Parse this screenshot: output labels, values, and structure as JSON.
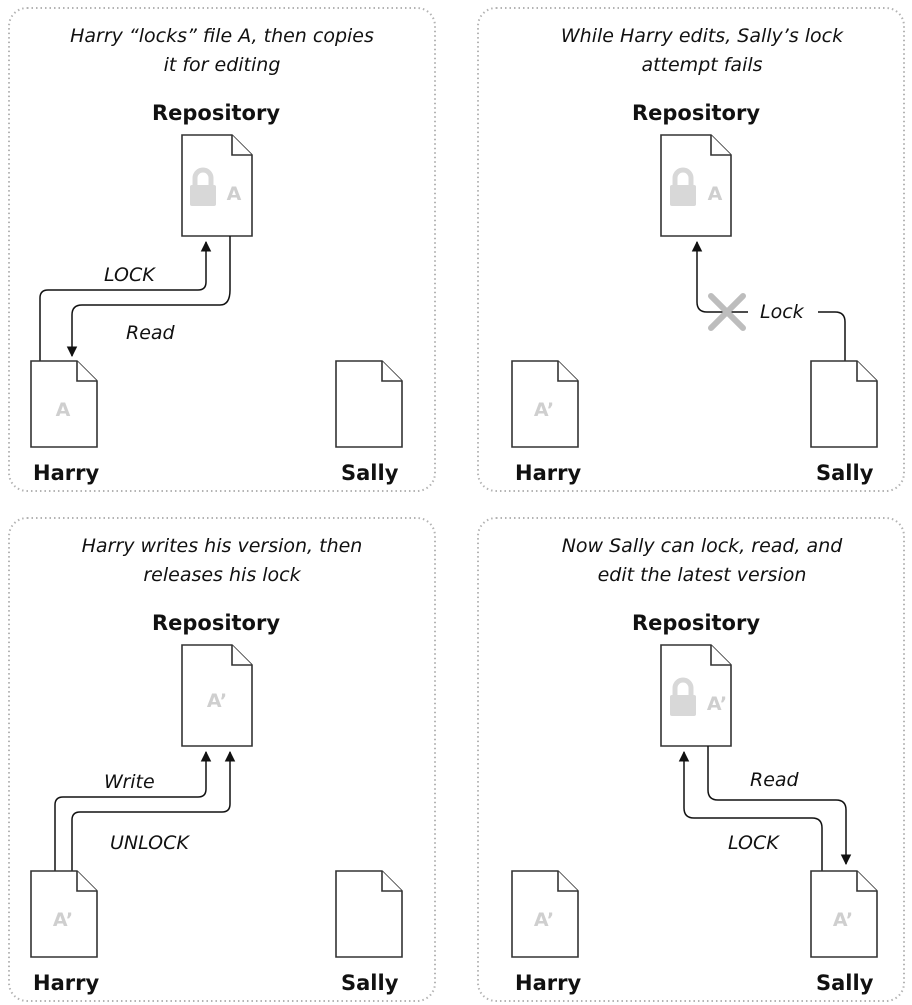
{
  "panels": [
    {
      "caption": [
        "Harry “locks” file A, then copies",
        "it for editing"
      ],
      "repository": {
        "title": "Repository",
        "letter": "A",
        "locked": true
      },
      "harry": {
        "label": "Harry",
        "letter": "A"
      },
      "sally": {
        "label": "Sally",
        "letter": ""
      },
      "arrows": [
        {
          "label": "LOCK",
          "from": "Harry",
          "to": "Repository"
        },
        {
          "label": "Read",
          "from": "Repository",
          "to": "Harry"
        }
      ]
    },
    {
      "caption": [
        "While Harry edits, Sally’s lock",
        "attempt fails"
      ],
      "repository": {
        "title": "Repository",
        "letter": "A",
        "locked": true
      },
      "harry": {
        "label": "Harry",
        "letter": "A’"
      },
      "sally": {
        "label": "Sally",
        "letter": ""
      },
      "arrows": [
        {
          "label": "Lock",
          "from": "Sally",
          "to": "Repository",
          "failed": true
        }
      ]
    },
    {
      "caption": [
        "Harry writes his version, then",
        "releases his lock"
      ],
      "repository": {
        "title": "Repository",
        "letter": "A’",
        "locked": false
      },
      "harry": {
        "label": "Harry",
        "letter": "A’"
      },
      "sally": {
        "label": "Sally",
        "letter": ""
      },
      "arrows": [
        {
          "label": "Write",
          "from": "Harry",
          "to": "Repository"
        },
        {
          "label": "UNLOCK",
          "from": "Harry",
          "to": "Repository"
        }
      ]
    },
    {
      "caption": [
        "Now Sally can lock, read, and",
        "edit the latest version"
      ],
      "repository": {
        "title": "Repository",
        "letter": "A’",
        "locked": true
      },
      "harry": {
        "label": "Harry",
        "letter": "A’"
      },
      "sally": {
        "label": "Sally",
        "letter": "A’"
      },
      "arrows": [
        {
          "label": "Read",
          "from": "Repository",
          "to": "Sally"
        },
        {
          "label": "LOCK",
          "from": "Sally",
          "to": "Repository"
        }
      ]
    }
  ],
  "colors": {
    "frame_border": "#b3b3b3",
    "document_outline": "#333333",
    "document_letter": "#cfcfcf",
    "lock_icon": "#d8d8d8",
    "failed_mark": "#bdbdbd",
    "arrow": "#111111"
  },
  "icons": {
    "lock": "padlock-icon",
    "failed": "x-mark-icon",
    "document": "document-page-icon"
  }
}
